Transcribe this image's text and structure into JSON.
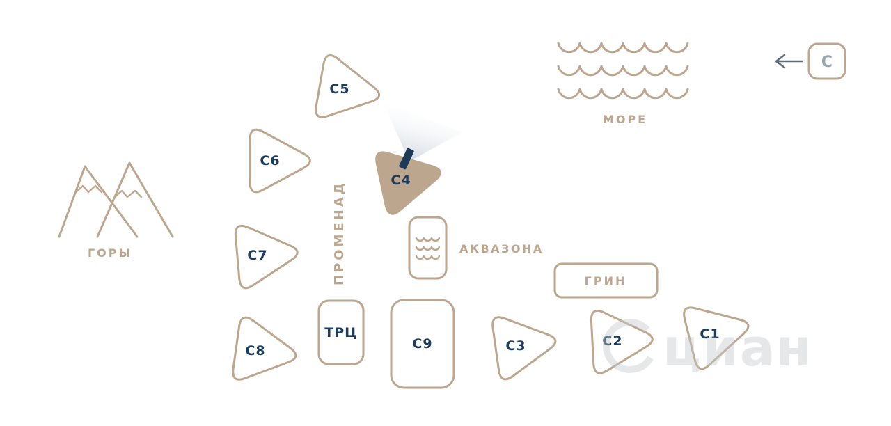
{
  "palette": {
    "outline_tan": "#bda68e",
    "label_navy": "#1d3d5f",
    "compass_gray": "#9aa4ac",
    "beam_gray": "#aebccb",
    "watermark_gray": "#c3c8cc",
    "background": "#ffffff"
  },
  "buildings": {
    "c1": {
      "label": "С1"
    },
    "c2": {
      "label": "С2"
    },
    "c3": {
      "label": "С3"
    },
    "c4": {
      "label": "С4"
    },
    "c5": {
      "label": "С5"
    },
    "c6": {
      "label": "С6"
    },
    "c7": {
      "label": "С7"
    },
    "c8": {
      "label": "С8"
    },
    "c9": {
      "label": "С9"
    },
    "mall": {
      "label": "ТРЦ"
    },
    "green": {
      "label": "ГРИН"
    }
  },
  "areas": {
    "mountains": {
      "label": "ГОРЫ"
    },
    "sea": {
      "label": "МОРЕ"
    },
    "aquazone": {
      "label": "АКВАЗОНА"
    },
    "promenade": {
      "label": "ПРОМЕНАД"
    }
  },
  "compass": {
    "north_label": "С"
  },
  "watermark": {
    "label": "циан"
  }
}
